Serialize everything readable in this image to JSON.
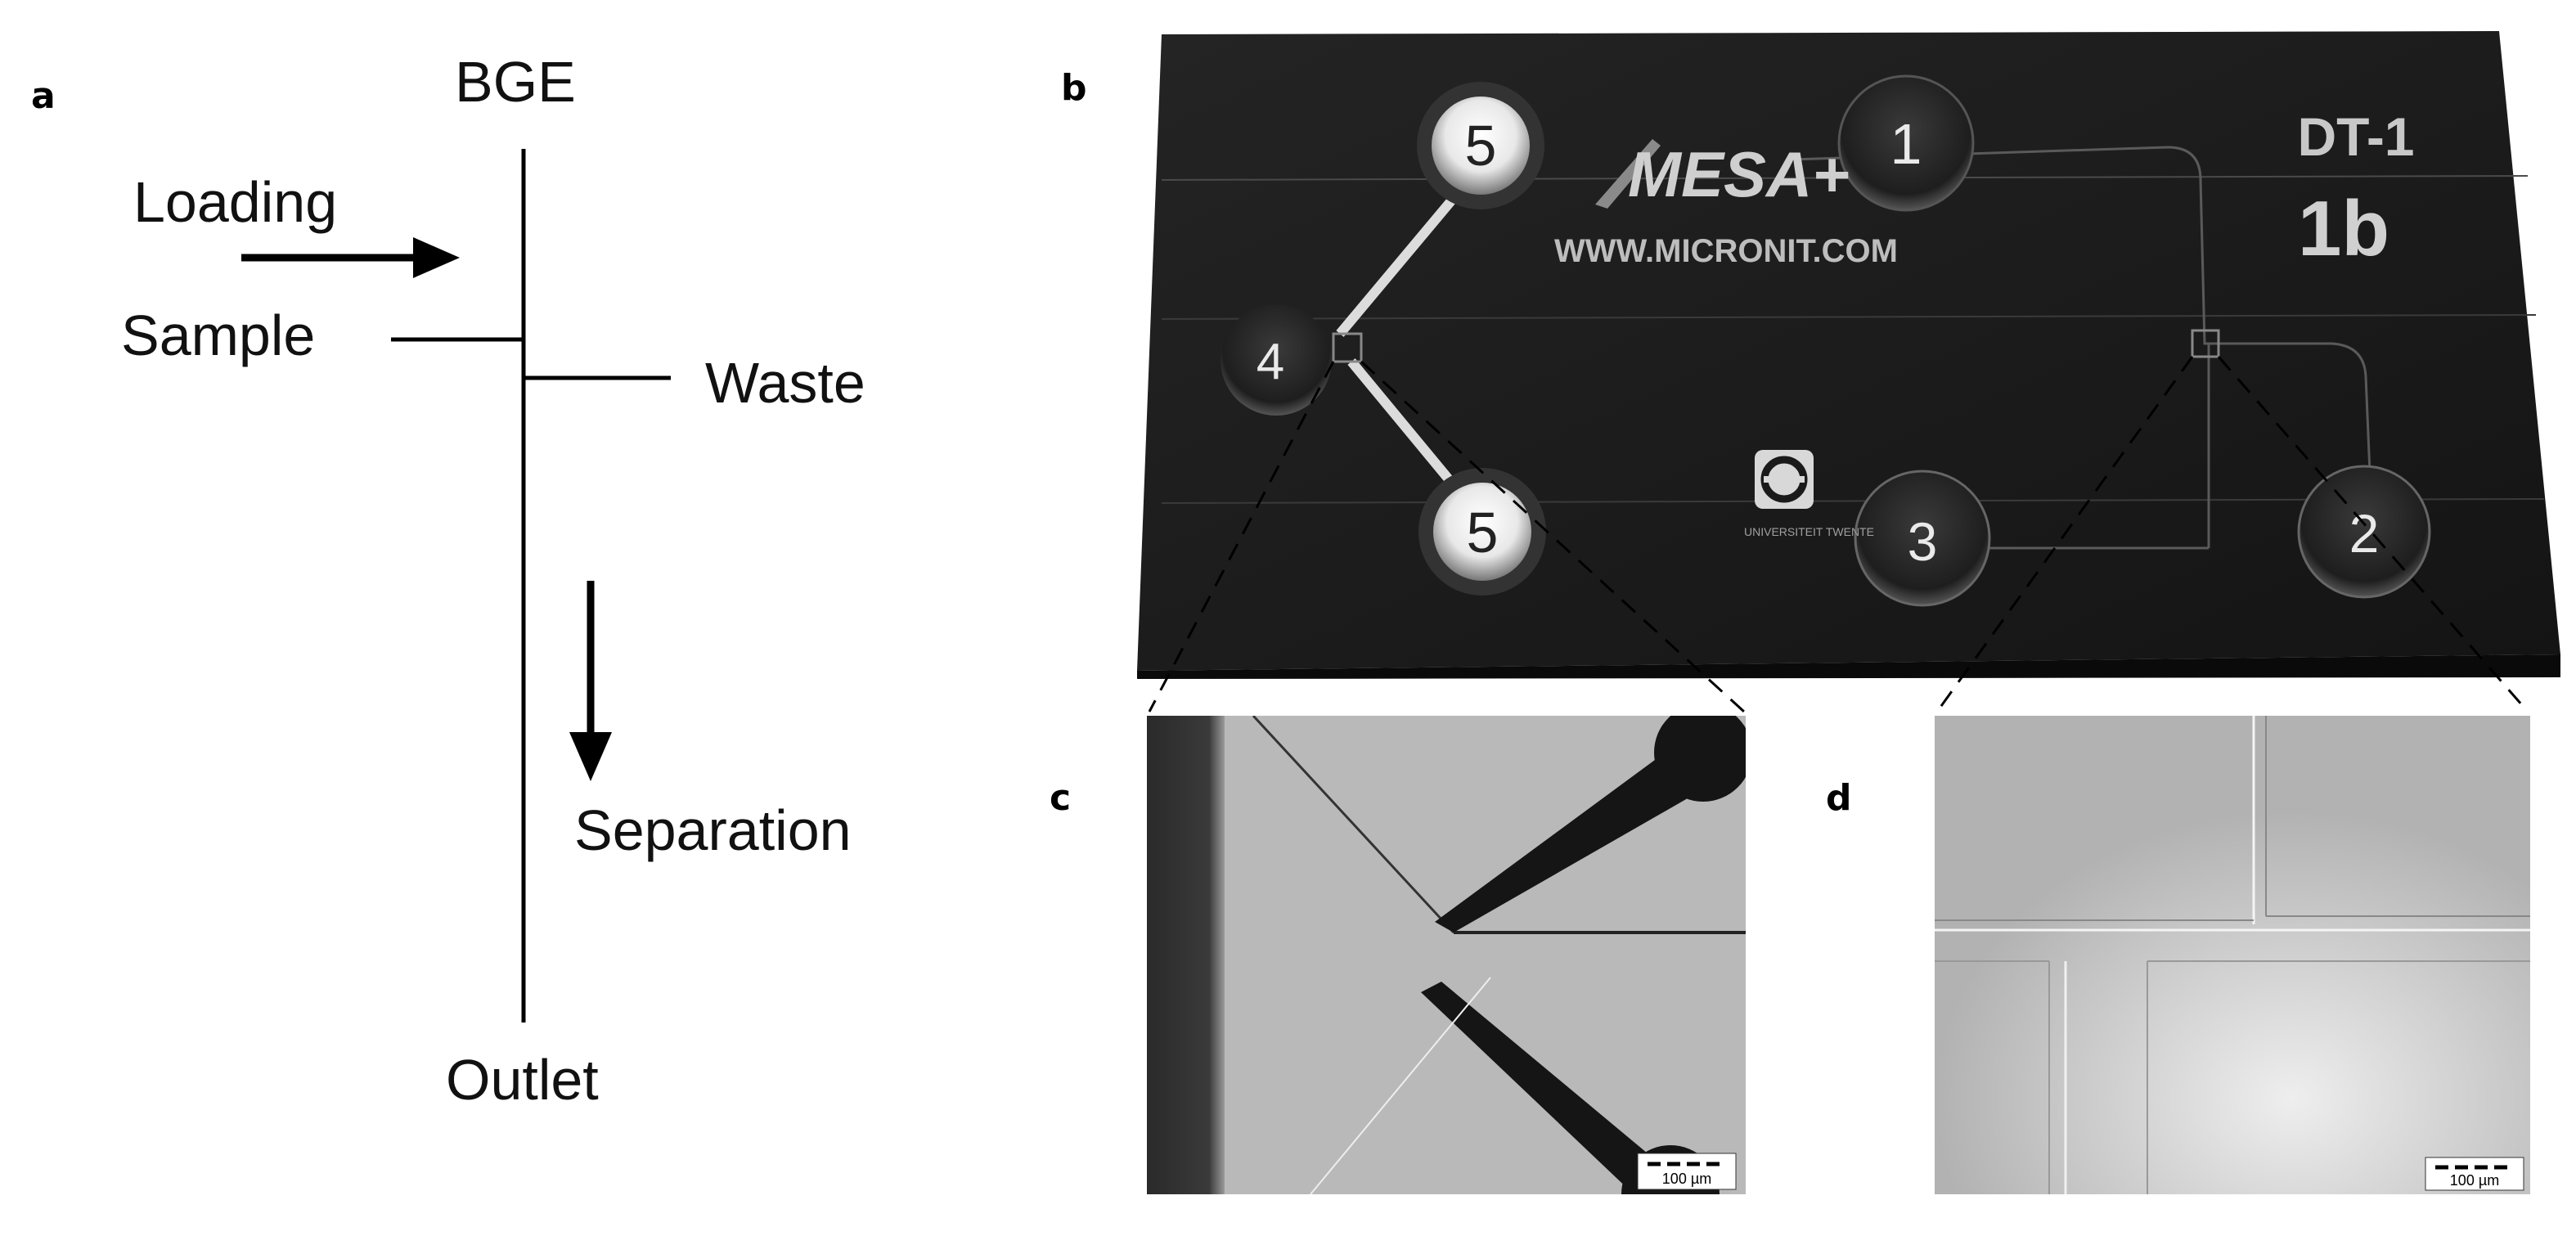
{
  "panels": {
    "a": "a",
    "b": "b",
    "c": "c",
    "d": "d"
  },
  "schematic": {
    "bge": "BGE",
    "loading": "Loading",
    "sample": "Sample",
    "waste": "Waste",
    "separation": "Separation",
    "outlet": "Outlet"
  },
  "chip": {
    "logo": "MESA+",
    "website": "WWW.MICRONIT.COM",
    "university": "UNIVERSITEIT TWENTE",
    "code_line1": "DT-1",
    "code_line2": "1b",
    "reservoir_labels": [
      "1",
      "2",
      "3",
      "4",
      "5",
      "5"
    ]
  },
  "micrographs": {
    "c_scale": "100 µm",
    "d_scale": "100 µm"
  },
  "colors": {
    "chip_body": "#1c1c1c",
    "micrograph_c_bg": "#b9b9b9",
    "micrograph_d_bg": "#c4c4c4",
    "line": "#000000"
  }
}
